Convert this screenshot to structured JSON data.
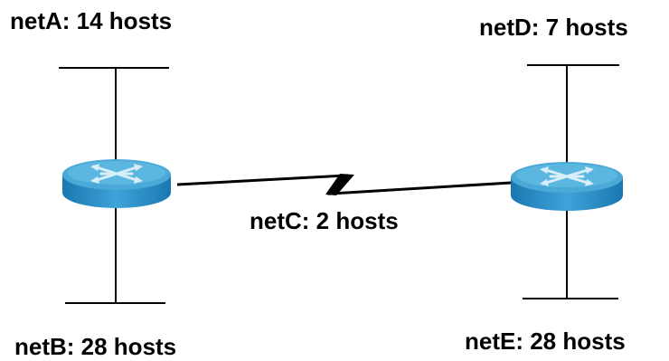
{
  "networks": {
    "netA": {
      "label": "netA: 14 hosts"
    },
    "netB": {
      "label": "netB: 28 hosts"
    },
    "netC": {
      "label": "netC: 2 hosts"
    },
    "netD": {
      "label": "netD: 7 hosts"
    },
    "netE": {
      "label": "netE: 28 hosts"
    }
  },
  "routers": [
    {
      "id": "router-left",
      "connected_networks": [
        "netA",
        "netB",
        "netC"
      ]
    },
    {
      "id": "router-right",
      "connected_networks": [
        "netD",
        "netE",
        "netC"
      ]
    }
  ],
  "links": [
    {
      "from": "router-left",
      "to": "router-right",
      "network": "netC",
      "style": "serial-lightning"
    }
  ],
  "colors": {
    "router_top": "#4aa9d6",
    "router_side": "#1f86c1",
    "router_highlight": "#9fd6f0",
    "line": "#000000",
    "background": "#ffffff"
  }
}
